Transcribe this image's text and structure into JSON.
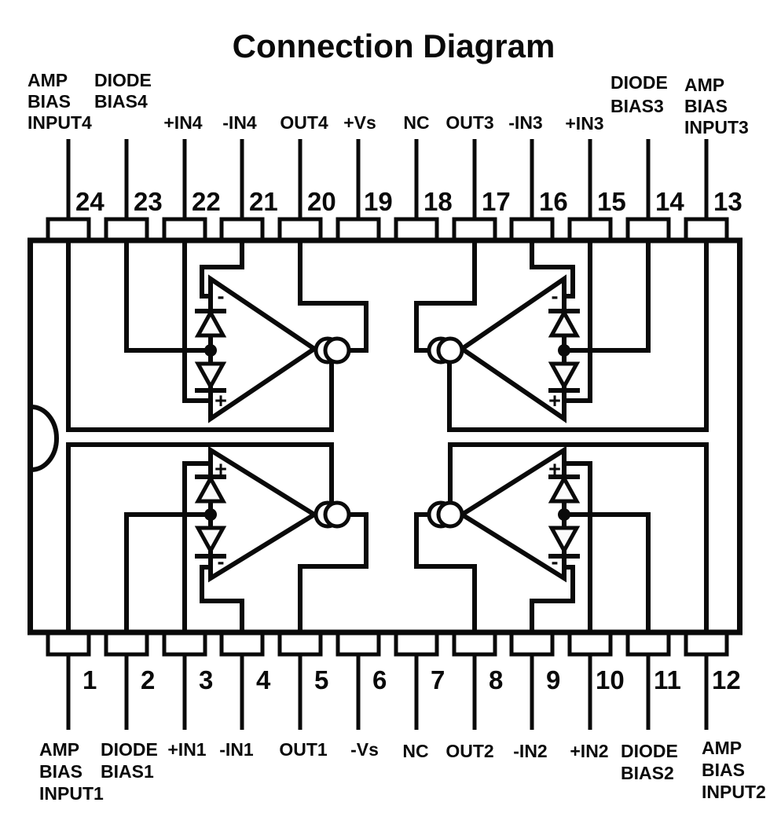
{
  "title": "Connection Diagram",
  "colors": {
    "ink": "#0a0a0a",
    "paper": "#ffffff"
  },
  "marks": {
    "minus": "-",
    "plus": "+"
  },
  "pins": {
    "top": [
      {
        "number": "24",
        "label_lines": [
          "AMP",
          "BIAS",
          "INPUT4"
        ]
      },
      {
        "number": "23",
        "label_lines": [
          "DIODE",
          "BIAS4"
        ]
      },
      {
        "number": "22",
        "label_lines": [
          "+IN4"
        ]
      },
      {
        "number": "21",
        "label_lines": [
          "-IN4"
        ]
      },
      {
        "number": "20",
        "label_lines": [
          "OUT4"
        ]
      },
      {
        "number": "19",
        "label_lines": [
          "+Vs"
        ]
      },
      {
        "number": "18",
        "label_lines": [
          "NC"
        ]
      },
      {
        "number": "17",
        "label_lines": [
          "OUT3"
        ]
      },
      {
        "number": "16",
        "label_lines": [
          "-IN3"
        ]
      },
      {
        "number": "15",
        "label_lines": [
          "+IN3"
        ]
      },
      {
        "number": "14",
        "label_lines": [
          "DIODE",
          "BIAS3"
        ]
      },
      {
        "number": "13",
        "label_lines": [
          "AMP",
          "BIAS",
          "INPUT3"
        ]
      }
    ],
    "bottom": [
      {
        "number": "1",
        "label_lines": [
          "AMP",
          "BIAS",
          "INPUT1"
        ]
      },
      {
        "number": "2",
        "label_lines": [
          "DIODE",
          "BIAS1"
        ]
      },
      {
        "number": "3",
        "label_lines": [
          "+IN1"
        ]
      },
      {
        "number": "4",
        "label_lines": [
          "-IN1"
        ]
      },
      {
        "number": "5",
        "label_lines": [
          "OUT1"
        ]
      },
      {
        "number": "6",
        "label_lines": [
          "-Vs"
        ]
      },
      {
        "number": "7",
        "label_lines": [
          "NC"
        ]
      },
      {
        "number": "8",
        "label_lines": [
          "OUT2"
        ]
      },
      {
        "number": "9",
        "label_lines": [
          "-IN2"
        ]
      },
      {
        "number": "10",
        "label_lines": [
          "+IN2"
        ]
      },
      {
        "number": "11",
        "label_lines": [
          "DIODE",
          "BIAS2"
        ]
      },
      {
        "number": "12",
        "label_lines": [
          "AMP",
          "BIAS",
          "INPUT2"
        ]
      }
    ]
  }
}
